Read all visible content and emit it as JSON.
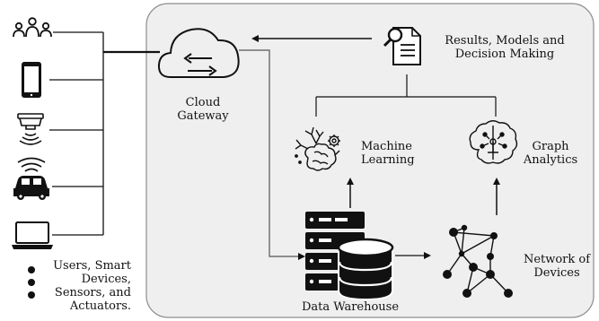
{
  "devices": {
    "items": [
      {
        "icon": "users-icon"
      },
      {
        "icon": "smartphone-icon"
      },
      {
        "icon": "smoke-sensor-icon"
      },
      {
        "icon": "connected-car-icon"
      },
      {
        "icon": "laptop-icon"
      }
    ],
    "label_lines": [
      "Users, Smart",
      "Devices,",
      "Sensors, and",
      "Actuators."
    ]
  },
  "cloud_gateway": {
    "icon": "cloud-sync-icon",
    "label_lines": [
      "Cloud",
      "Gateway"
    ]
  },
  "results": {
    "icon": "document-search-icon",
    "label_lines": [
      "Results, Models and",
      "Decision Making"
    ]
  },
  "machine_learning": {
    "icon": "brain-tree-gear-icon",
    "label_lines": [
      "Machine",
      "Learning"
    ]
  },
  "graph_analytics": {
    "icon": "brain-circuit-icon",
    "label_lines": [
      "Graph",
      "Analytics"
    ]
  },
  "data_warehouse": {
    "icon": "database-server-icon",
    "label": "Data Warehouse"
  },
  "network": {
    "icon": "network-graph-icon",
    "label_lines": [
      "Network of",
      "Devices"
    ]
  },
  "colors": {
    "panel_fill": "#efefef",
    "panel_stroke": "#8c8c8c",
    "ink": "#111111"
  }
}
